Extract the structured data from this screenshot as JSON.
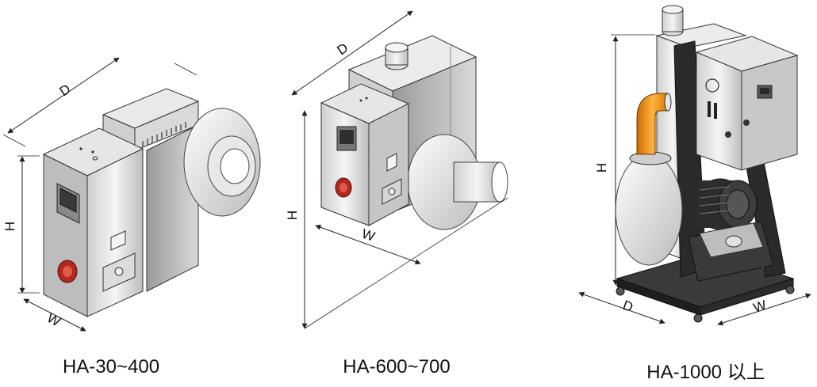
{
  "models": [
    {
      "id": "small",
      "caption": "HA-30~400",
      "dims": {
        "d": "D",
        "h": "H",
        "w": "W"
      }
    },
    {
      "id": "medium",
      "caption": "HA-600~700",
      "dims": {
        "d": "D",
        "h": "H",
        "w": "W"
      }
    },
    {
      "id": "large",
      "caption": "HA-1000 以上",
      "dims": {
        "d": "D",
        "h": "H",
        "w": "W"
      }
    }
  ],
  "colors": {
    "steel_light": "#f2f2f2",
    "steel_mid": "#d6d6d6",
    "steel_dark": "#a8a8a8",
    "frame_black": "#2a2a2a",
    "knob_red": "#b3281e",
    "pipe_orange": "#f08a00"
  }
}
